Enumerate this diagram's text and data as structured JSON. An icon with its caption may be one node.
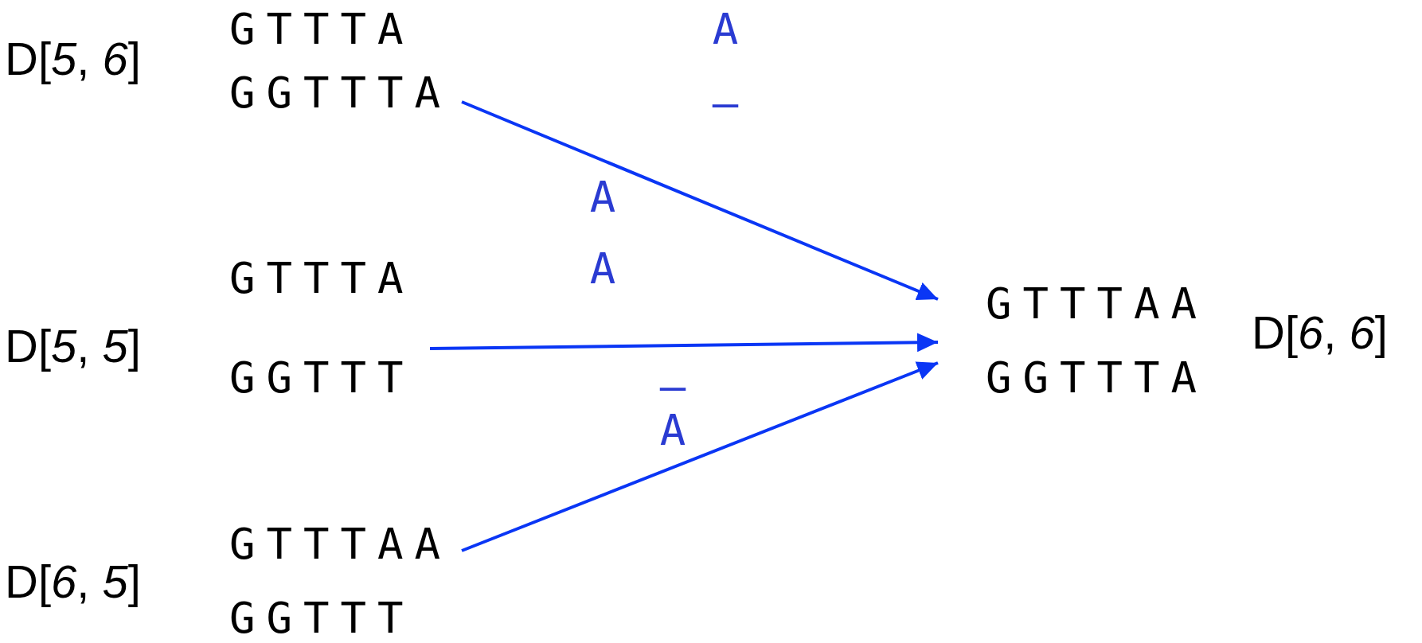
{
  "diagram": {
    "nodes": [
      {
        "text": [
          "GTTTA",
          "GGTTTA"
        ],
        "beside": [
          "D[*5*, *6*]"
        ]
      },
      {
        "text": [
          "GTTTA",
          "GGTTT"
        ],
        "beside": [
          "D[*5*, *5*]"
        ]
      },
      {
        "text": [
          "GTTTAA",
          "GGTTT"
        ],
        "beside": [
          "D[*6*, *5*]"
        ]
      },
      {
        "text": [
          "GTTTAA",
          "GGTTTA"
        ],
        "beside": [
          "D[*6*, *6*]"
        ]
      }
    ],
    "edges": [
      {
        "from": 0,
        "to": 3,
        "arrow": "to"
      },
      {
        "from": 1,
        "to": 3,
        "arrow": "to"
      },
      {
        "from": 2,
        "to": 3,
        "arrow": "to"
      }
    ],
    "labels": [
      "A",
      "–",
      "A",
      "A",
      "–",
      "A"
    ]
  }
}
